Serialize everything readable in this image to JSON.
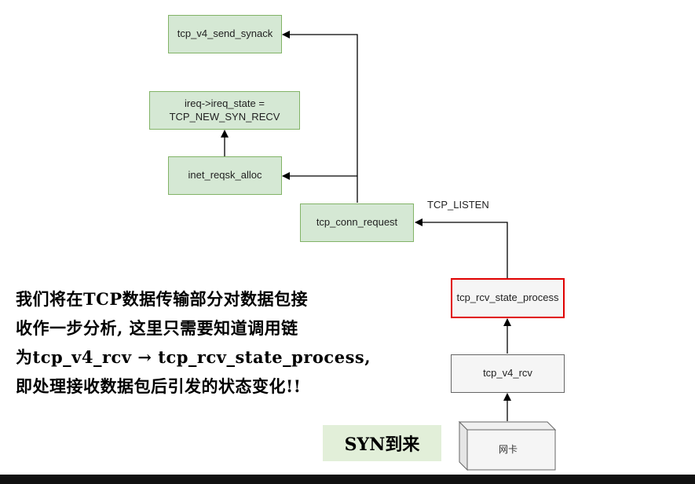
{
  "nodes": {
    "send_synack": "tcp_v4_send_synack",
    "ireq_state": [
      "ireq->ireq_state =",
      "TCP_NEW_SYN_RECV"
    ],
    "reqsk_alloc": "inet_reqsk_alloc",
    "conn_request": "tcp_conn_request",
    "rcv_state_process": "tcp_rcv_state_process",
    "v4_rcv": "tcp_v4_rcv",
    "nic": "网卡"
  },
  "edge_labels": {
    "listen": "TCP_LISTEN"
  },
  "note_lines": [
    "我们将在TCP数据传输部分对数据包接",
    "收作一步分析, 这里只需要知道调用链",
    "为tcp_v4_rcv → tcp_rcv_state_process,",
    "即处理接收数据包后引发的状态变化!!"
  ],
  "badge": "SYN到来",
  "colors": {
    "node_fill": "#d5e8d4",
    "node_border": "#82b366",
    "highlight_border": "#e00000",
    "neutral_fill": "#f5f5f5"
  }
}
